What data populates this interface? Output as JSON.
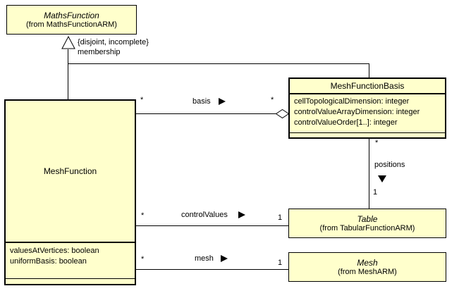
{
  "colors": {
    "class_fill": "#ffffcc",
    "line": "#000000",
    "background": "#ffffff"
  },
  "classes": {
    "maths_function": {
      "name": "MathsFunction",
      "package": "(from MathsFunctionARM)"
    },
    "mesh_function_basis": {
      "name": "MeshFunctionBasis",
      "attributes": [
        "cellTopologicalDimension: integer",
        "controlValueArrayDimension: integer",
        "controlValueOrder[1..]: integer"
      ]
    },
    "mesh_function": {
      "name": "MeshFunction",
      "attributes": [
        "valuesAtVertices: boolean",
        "uniformBasis: boolean"
      ]
    },
    "table": {
      "name": "Table",
      "package": "(from TabularFunctionARM)"
    },
    "mesh": {
      "name": "Mesh",
      "package": "(from MeshARM)"
    }
  },
  "generalization": {
    "constraint": "{disjoint, incomplete}",
    "discriminator": "membership"
  },
  "associations": {
    "basis": {
      "name": "basis",
      "near_mult": "*",
      "far_mult": "*"
    },
    "control_values": {
      "name": "controlValues",
      "near_mult": "*",
      "far_mult": "1"
    },
    "mesh": {
      "name": "mesh",
      "near_mult": "*",
      "far_mult": "1"
    },
    "positions": {
      "name": "positions",
      "near_mult": "*",
      "far_mult": "1"
    }
  }
}
